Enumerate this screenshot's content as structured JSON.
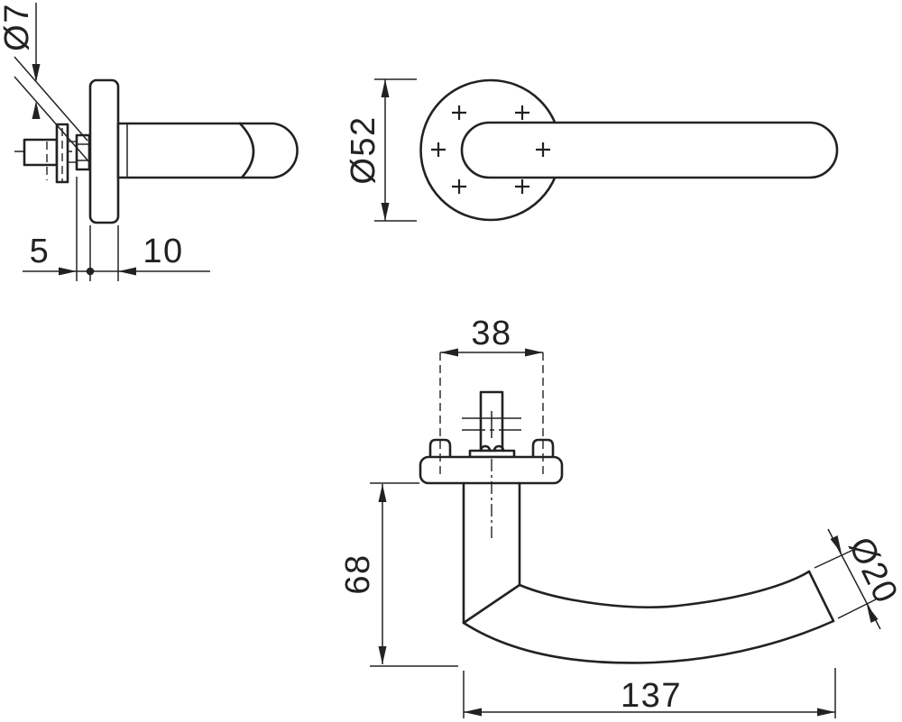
{
  "drawing": {
    "subject": "door-lever-handle-technical-drawing",
    "background_color": "#ffffff",
    "line_color": "#222222",
    "labels": {
      "screw_diameter": "Ø7",
      "rose_diameter": "Ø52",
      "bearing_offset": "5",
      "rose_thickness": "10",
      "fixing_hole_spacing": "38",
      "projection_height": "68",
      "grip_diameter": "Ø20",
      "lever_length": "137"
    }
  }
}
